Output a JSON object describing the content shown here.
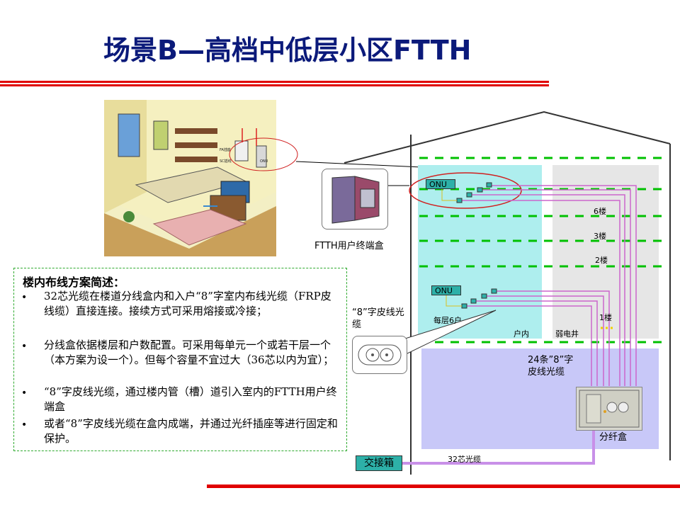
{
  "title": "场景B—高档中低层小区FTTH",
  "colors": {
    "title": "#0b1a7a",
    "rule": "#e00000",
    "green_dash": "#00c000",
    "cable": "#cc66cc",
    "indoor": "#aeeeee",
    "shaft": "#e6e6e6",
    "basement": "#c8c8f8",
    "onu": "#2db0a8"
  },
  "room_photo": {
    "labels": {
      "fa": "FA插座",
      "sc": "SC插线",
      "onu": "ONU"
    }
  },
  "ftth_box_label": "FTTH用户终端盒",
  "cable_label": "“8”字皮线光缆",
  "text_box": {
    "heading": "楼内布线方案简述：",
    "bullet": "•",
    "items": [
      "32芯光缆在楼道分线盒内和入户“8”字室内布线光缆（FRP皮线缆）直接连接。接续方式可采用熔接或冷接；",
      "分线盒依据楼层和户数配置。可采用每单元一个或若干层一个（本方案为设一个）。但每个容量不宜过大（36芯以内为宜）；",
      " “8”字皮线光缆，通过楼内管（槽）道引入室内的FTTH用户终端盒",
      "或者“8”字皮线光缆在盒内成端，并通过光纤插座等进行固定和保护。"
    ]
  },
  "building": {
    "onu_top": "ONU",
    "onu_bottom": "ONU",
    "floor6": "6楼",
    "floor3": "3楼",
    "floor2": "2楼",
    "floor1": "1楼",
    "per_floor": "每层6户",
    "indoor": "户内",
    "shaft": "弱电井",
    "cables24": "24条”8”字皮线光缆",
    "splitter": "分纤盒",
    "jiaojie": "交接箱",
    "cable32": "32芯光缆"
  }
}
